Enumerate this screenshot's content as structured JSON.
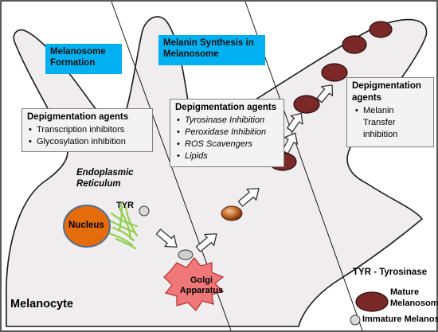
{
  "headers": {
    "melanosome_formation": "Melanosome Formation",
    "melanin_synthesis": "Melanin Synthesis in Melanosome"
  },
  "box_transcription": {
    "title": "Depigmentation agents",
    "items": [
      "Transcription inhibitors",
      "Glycosylation inhibition"
    ]
  },
  "box_synthesis": {
    "title": "Depigmentation agents",
    "items": [
      "Tyrosinase Inhibition",
      "Peroxidase Inhibition",
      "ROS Scavengers",
      "Lipids"
    ]
  },
  "box_transfer": {
    "title": "Depigmentation agents",
    "items": [
      "Melanin Transfer inhibition"
    ]
  },
  "labels": {
    "endoplasmic": "Endoplasmic Reticulum",
    "tyr": "TYR",
    "nucleus": "Nucleus",
    "golgi": "Golgi Apparatus",
    "melanocyte": "Melanocyte"
  },
  "legend": {
    "tyr_def": "TYR - Tyrosinase",
    "mature": "Mature Melanosome",
    "immature": "Immature Melanosome"
  },
  "colors": {
    "cell_fill": "#efeded",
    "header_fill": "#00b0f0",
    "nucleus_fill": "#e46c0a",
    "nucleus_stroke": "#4f6d93",
    "golgi_fill": "#f07878",
    "er_green": "#92d050",
    "mature_fill": "#7b2828",
    "immature_fill": "#cfcfcf"
  }
}
